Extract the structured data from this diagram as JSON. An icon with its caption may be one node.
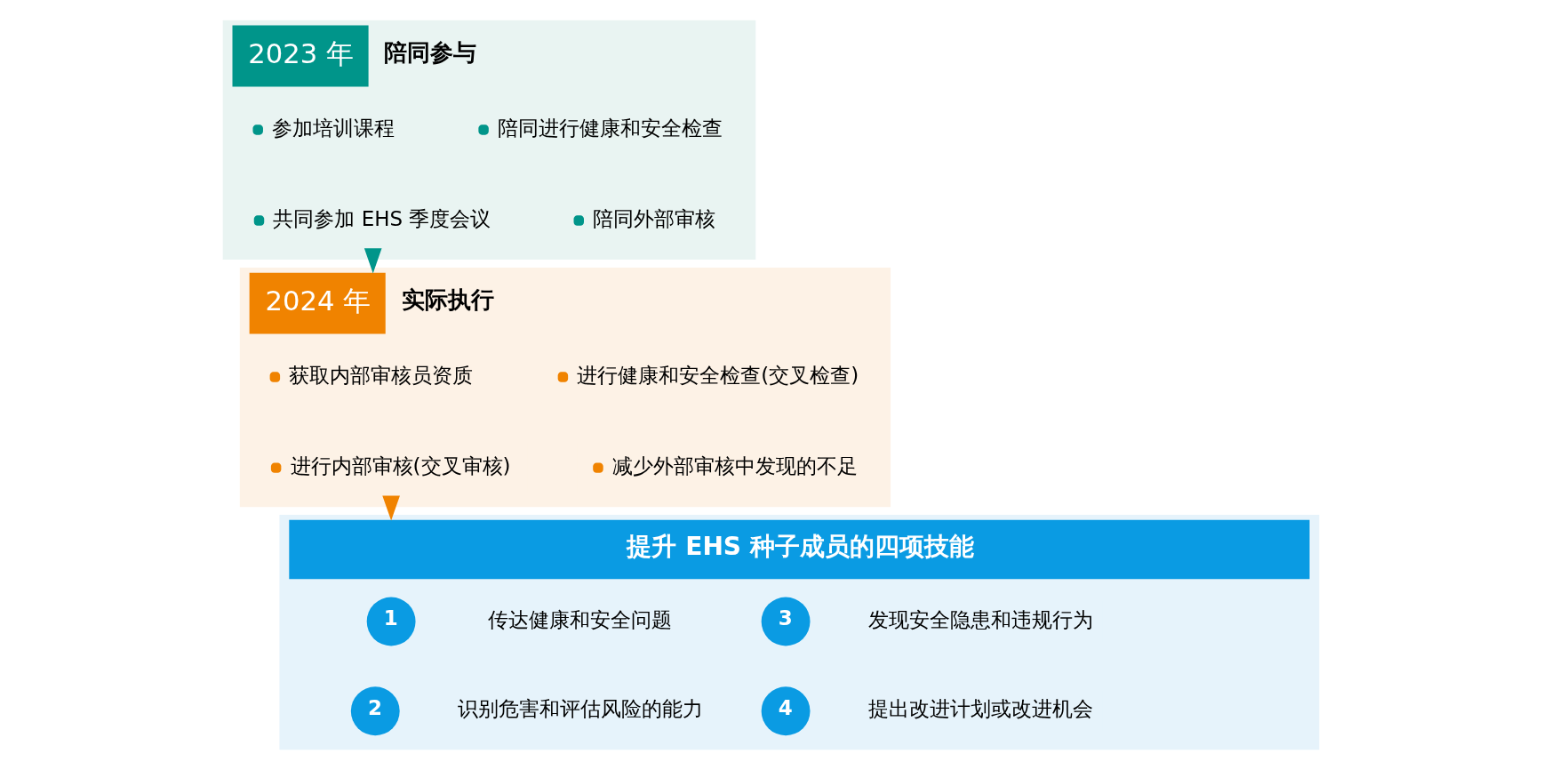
{
  "diagram": {
    "nodes": [
      {
        "text": [
          "2023 年",
          "陪同参与"
        ]
      },
      {
        "text": [
          "参加培训课程"
        ],
        "in": 0
      },
      {
        "text": [
          "陪同进行健康和安全检查"
        ],
        "in": 0
      },
      {
        "text": [
          "共同参加 EHS 季度会议"
        ],
        "in": 0
      },
      {
        "text": [
          "陪同外部审核"
        ],
        "in": 0
      },
      {
        "text": [
          "2024 年",
          "实际执行"
        ]
      },
      {
        "text": [
          "获取内部审核员资质"
        ],
        "in": 5
      },
      {
        "text": [
          "进行健康和安全检查(交叉检查)"
        ],
        "in": 5
      },
      {
        "text": [
          "进行内部审核(交叉审核)"
        ],
        "in": 5
      },
      {
        "text": [
          "减少外部审核中发现的不足"
        ],
        "in": 5
      },
      {
        "text": [
          "提升 EHS 种子成员的四项技能"
        ]
      },
      {
        "text": [
          "1"
        ],
        "in": 10
      },
      {
        "text": [
          "传达健康和安全问题"
        ],
        "in": 10
      },
      {
        "text": [
          "3"
        ],
        "in": 10
      },
      {
        "text": [
          "发现安全隐患和违规行为"
        ],
        "in": 10
      },
      {
        "text": [
          "2"
        ],
        "in": 10
      },
      {
        "text": [
          "识别危害和评估风险的能力"
        ],
        "in": 10
      },
      {
        "text": [
          "4"
        ],
        "in": 10
      },
      {
        "text": [
          "提出改进计划或改进机会"
        ],
        "in": 10
      }
    ],
    "edges": [
      {
        "from": 0,
        "to": 5,
        "arrow": "to",
        "color": "#00958a"
      },
      {
        "from": 5,
        "to": 10,
        "arrow": "to",
        "color": "#f08300"
      }
    ]
  }
}
